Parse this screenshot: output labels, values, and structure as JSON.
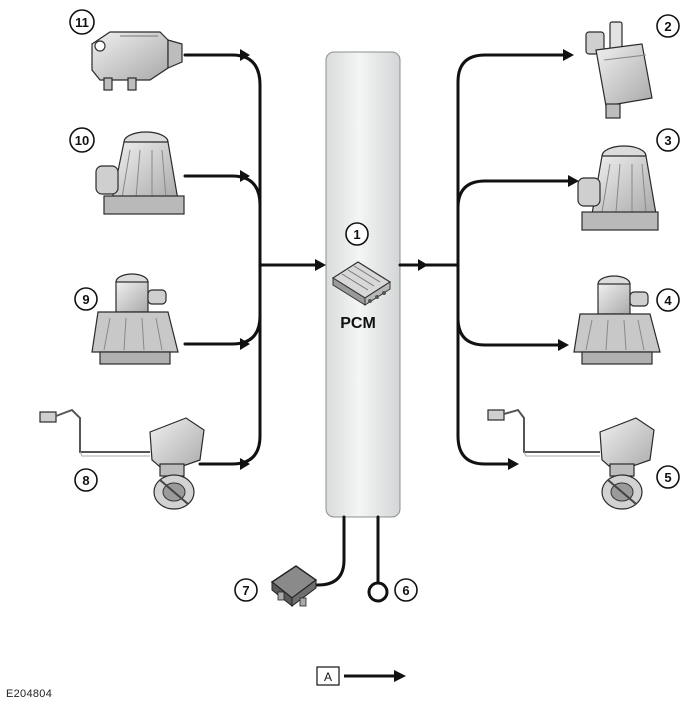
{
  "diagram": {
    "center_label": "PCM",
    "callouts": {
      "c1": "1",
      "c2": "2",
      "c3": "3",
      "c4": "4",
      "c5": "5",
      "c6": "6",
      "c7": "7",
      "c8": "8",
      "c9": "9",
      "c10": "10",
      "c11": "11"
    },
    "legend": {
      "label": "A"
    },
    "figure_code": "E204804"
  },
  "colors": {
    "wire": "#111111",
    "pcm_fill": "#e6e8e8",
    "component_fill": "#cfcfcf",
    "fuse": "#7a7a7a"
  }
}
